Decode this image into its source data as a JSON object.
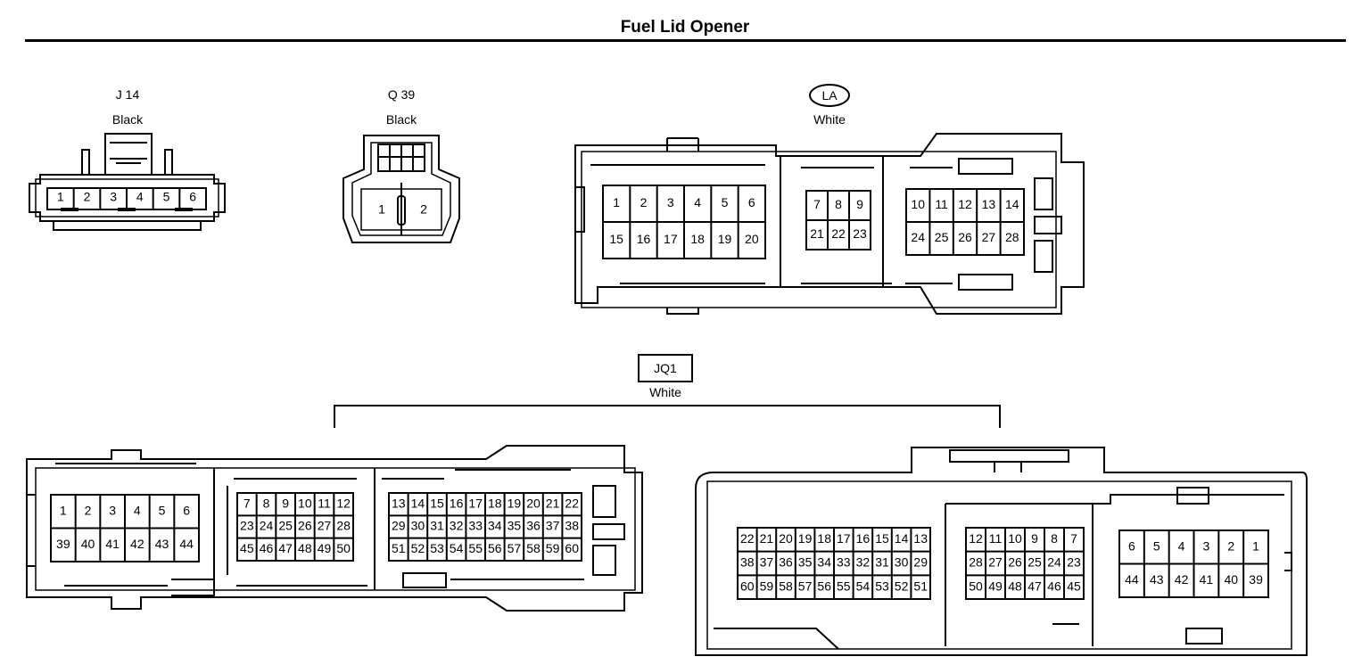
{
  "title": "Fuel Lid Opener",
  "connectors": {
    "j14": {
      "id": "J 14",
      "color": "Black",
      "pins": [
        "1",
        "2",
        "3",
        "4",
        "5",
        "6"
      ]
    },
    "q39": {
      "id": "Q 39",
      "color": "Black",
      "pins": [
        "1",
        "2"
      ]
    },
    "la": {
      "id": "LA",
      "color": "White",
      "blocks": [
        {
          "rows": [
            [
              "1",
              "2",
              "3",
              "4",
              "5",
              "6"
            ],
            [
              "15",
              "16",
              "17",
              "18",
              "19",
              "20"
            ]
          ]
        },
        {
          "rows": [
            [
              "7",
              "8",
              "9"
            ],
            [
              "21",
              "22",
              "23"
            ]
          ]
        },
        {
          "rows": [
            [
              "10",
              "11",
              "12",
              "13",
              "14"
            ],
            [
              "24",
              "25",
              "26",
              "27",
              "28"
            ]
          ]
        }
      ]
    },
    "jq1": {
      "id": "JQ1",
      "color": "White",
      "left_blocks": [
        {
          "rows": [
            [
              "1",
              "2",
              "3",
              "4",
              "5",
              "6"
            ],
            [
              "39",
              "40",
              "41",
              "42",
              "43",
              "44"
            ]
          ]
        },
        {
          "rows": [
            [
              "7",
              "8",
              "9",
              "10",
              "11",
              "12"
            ],
            [
              "23",
              "24",
              "25",
              "26",
              "27",
              "28"
            ],
            [
              "45",
              "46",
              "47",
              "48",
              "49",
              "50"
            ]
          ]
        },
        {
          "rows": [
            [
              "13",
              "14",
              "15",
              "16",
              "17",
              "18",
              "19",
              "20",
              "21",
              "22"
            ],
            [
              "29",
              "30",
              "31",
              "32",
              "33",
              "34",
              "35",
              "36",
              "37",
              "38"
            ],
            [
              "51",
              "52",
              "53",
              "54",
              "55",
              "56",
              "57",
              "58",
              "59",
              "60"
            ]
          ]
        }
      ],
      "right_blocks": [
        {
          "rows": [
            [
              "22",
              "21",
              "20",
              "19",
              "18",
              "17",
              "16",
              "15",
              "14",
              "13"
            ],
            [
              "38",
              "37",
              "36",
              "35",
              "34",
              "33",
              "32",
              "31",
              "30",
              "29"
            ],
            [
              "60",
              "59",
              "58",
              "57",
              "56",
              "55",
              "54",
              "53",
              "52",
              "51"
            ]
          ]
        },
        {
          "rows": [
            [
              "12",
              "11",
              "10",
              "9",
              "8",
              "7"
            ],
            [
              "28",
              "27",
              "26",
              "25",
              "24",
              "23"
            ],
            [
              "50",
              "49",
              "48",
              "47",
              "46",
              "45"
            ]
          ]
        },
        {
          "rows": [
            [
              "6",
              "5",
              "4",
              "3",
              "2",
              "1"
            ],
            [
              "44",
              "43",
              "42",
              "41",
              "40",
              "39"
            ]
          ]
        }
      ]
    }
  }
}
